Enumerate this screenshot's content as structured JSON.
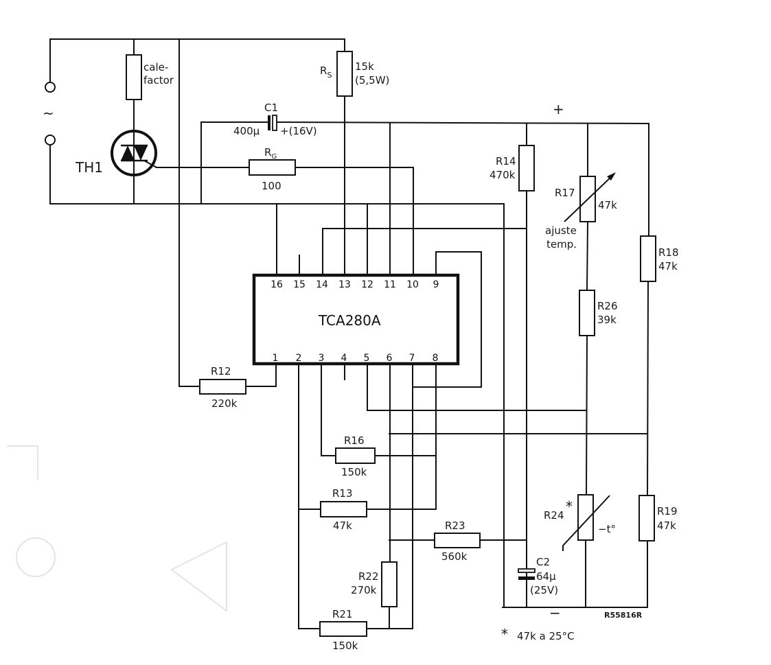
{
  "diagram": {
    "type": "circuit-schematic",
    "title": "TCA280A temperature controller",
    "ic": {
      "name": "TCA280A",
      "pins_top": [
        "16",
        "15",
        "14",
        "13",
        "12",
        "11",
        "10",
        "9"
      ],
      "pins_bottom": [
        "1",
        "2",
        "3",
        "4",
        "5",
        "6",
        "7",
        "8"
      ]
    },
    "supply": {
      "ac_symbol": "~",
      "plus": "+",
      "minus": "−"
    },
    "components": {
      "heater": {
        "label_line1": "cale-",
        "label_line2": "factor"
      },
      "triac": {
        "ref": "TH1"
      },
      "rs": {
        "ref": "R",
        "ref_sub": "S",
        "value": "15k",
        "rating": "(5,5W)"
      },
      "c1": {
        "ref": "C1",
        "value": "400µ",
        "rating": "+(16V)"
      },
      "rg": {
        "ref": "R",
        "ref_sub": "G",
        "value": "100"
      },
      "r14": {
        "ref": "R14",
        "value": "470k"
      },
      "r17": {
        "ref": "R17",
        "value": "47k",
        "note_line1": "ajuste",
        "note_line2": "temp."
      },
      "r18": {
        "ref": "R18",
        "value": "47k"
      },
      "r26": {
        "ref": "R26",
        "value": "39k"
      },
      "r12": {
        "ref": "R12",
        "value": "220k"
      },
      "r16": {
        "ref": "R16",
        "value": "150k"
      },
      "r13": {
        "ref": "R13",
        "value": "47k"
      },
      "r23": {
        "ref": "R23",
        "value": "560k"
      },
      "r22": {
        "ref": "R22",
        "value": "270k"
      },
      "r21": {
        "ref": "R21",
        "value": "150k"
      },
      "c2": {
        "ref": "C2",
        "value": "64µ",
        "rating": "(25V)"
      },
      "r24": {
        "ref": "R24",
        "asterisk": "*",
        "tc": "−t°"
      },
      "r19": {
        "ref": "R19",
        "value": "47k"
      }
    },
    "footnote": {
      "asterisk": "*",
      "text": "47k a 25°C"
    },
    "drawing_id": "R55816R"
  }
}
